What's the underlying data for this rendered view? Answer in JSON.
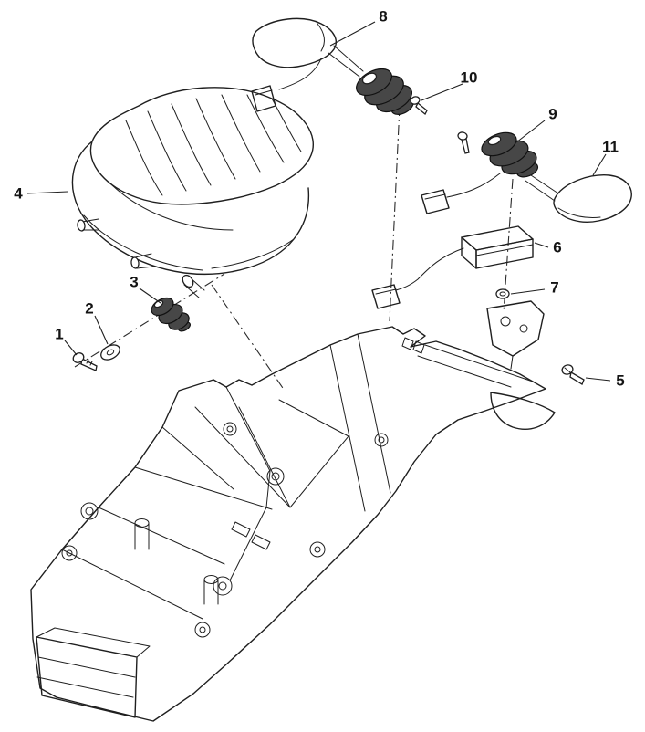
{
  "figure": {
    "background": "#ffffff",
    "line_color": "#1f1f1f",
    "rubber_part_color": "#474747",
    "callouts": [
      {
        "label": "1"
      },
      {
        "label": "2"
      },
      {
        "label": "3"
      },
      {
        "label": "4"
      },
      {
        "label": "5"
      },
      {
        "label": "6"
      },
      {
        "label": "7"
      },
      {
        "label": "8"
      },
      {
        "label": "9"
      },
      {
        "label": "10"
      },
      {
        "label": "11"
      }
    ]
  }
}
